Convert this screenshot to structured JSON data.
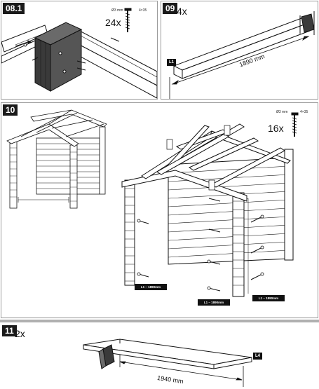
{
  "panels": {
    "p081": {
      "step": "08.1",
      "quantity": "24x",
      "screw_diameter": "Ø3 mm",
      "screw_size": "4×35"
    },
    "p09": {
      "step": "09",
      "quantity": "4x",
      "part_label": "L1",
      "length": "1890 mm"
    },
    "p10": {
      "step": "10",
      "quantity": "16x",
      "screw_diameter": "Ø3 mm",
      "screw_size": "4×35",
      "callout_small": "L1 – 1890mm",
      "callout_left": "L1 – 1890mm",
      "callout_right": "L1 – 1890mm"
    },
    "p11": {
      "step": "11",
      "quantity": "2x",
      "part_label": "L4",
      "length": "1940 mm"
    }
  },
  "colors": {
    "step_badge": "#1a1a1a",
    "panel_border": "#9a9a9a",
    "wood_dark": "#3a3a3a",
    "divider": "#b0b0b0"
  }
}
